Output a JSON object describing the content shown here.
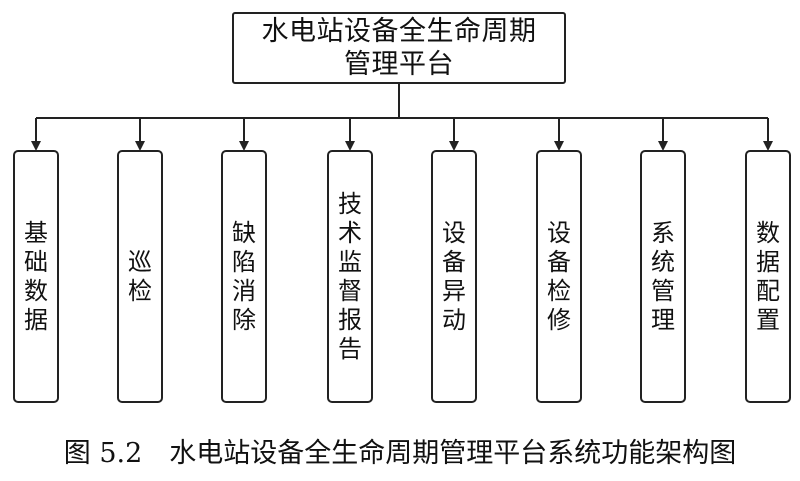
{
  "diagram": {
    "root": {
      "label": "水电站设备全生命周期管理平台"
    },
    "modules": [
      {
        "label": "基础数据"
      },
      {
        "label": "巡检"
      },
      {
        "label": "缺陷消除"
      },
      {
        "label": "技术监督报告"
      },
      {
        "label": "设备异动"
      },
      {
        "label": "设备检修"
      },
      {
        "label": "系统管理"
      },
      {
        "label": "数据配置"
      }
    ],
    "caption": "图 5.2　水电站设备全生命周期管理平台系统功能架构图"
  },
  "colors": {
    "line": "#222222",
    "box_fill": "#ffffff",
    "text": "#111111"
  }
}
